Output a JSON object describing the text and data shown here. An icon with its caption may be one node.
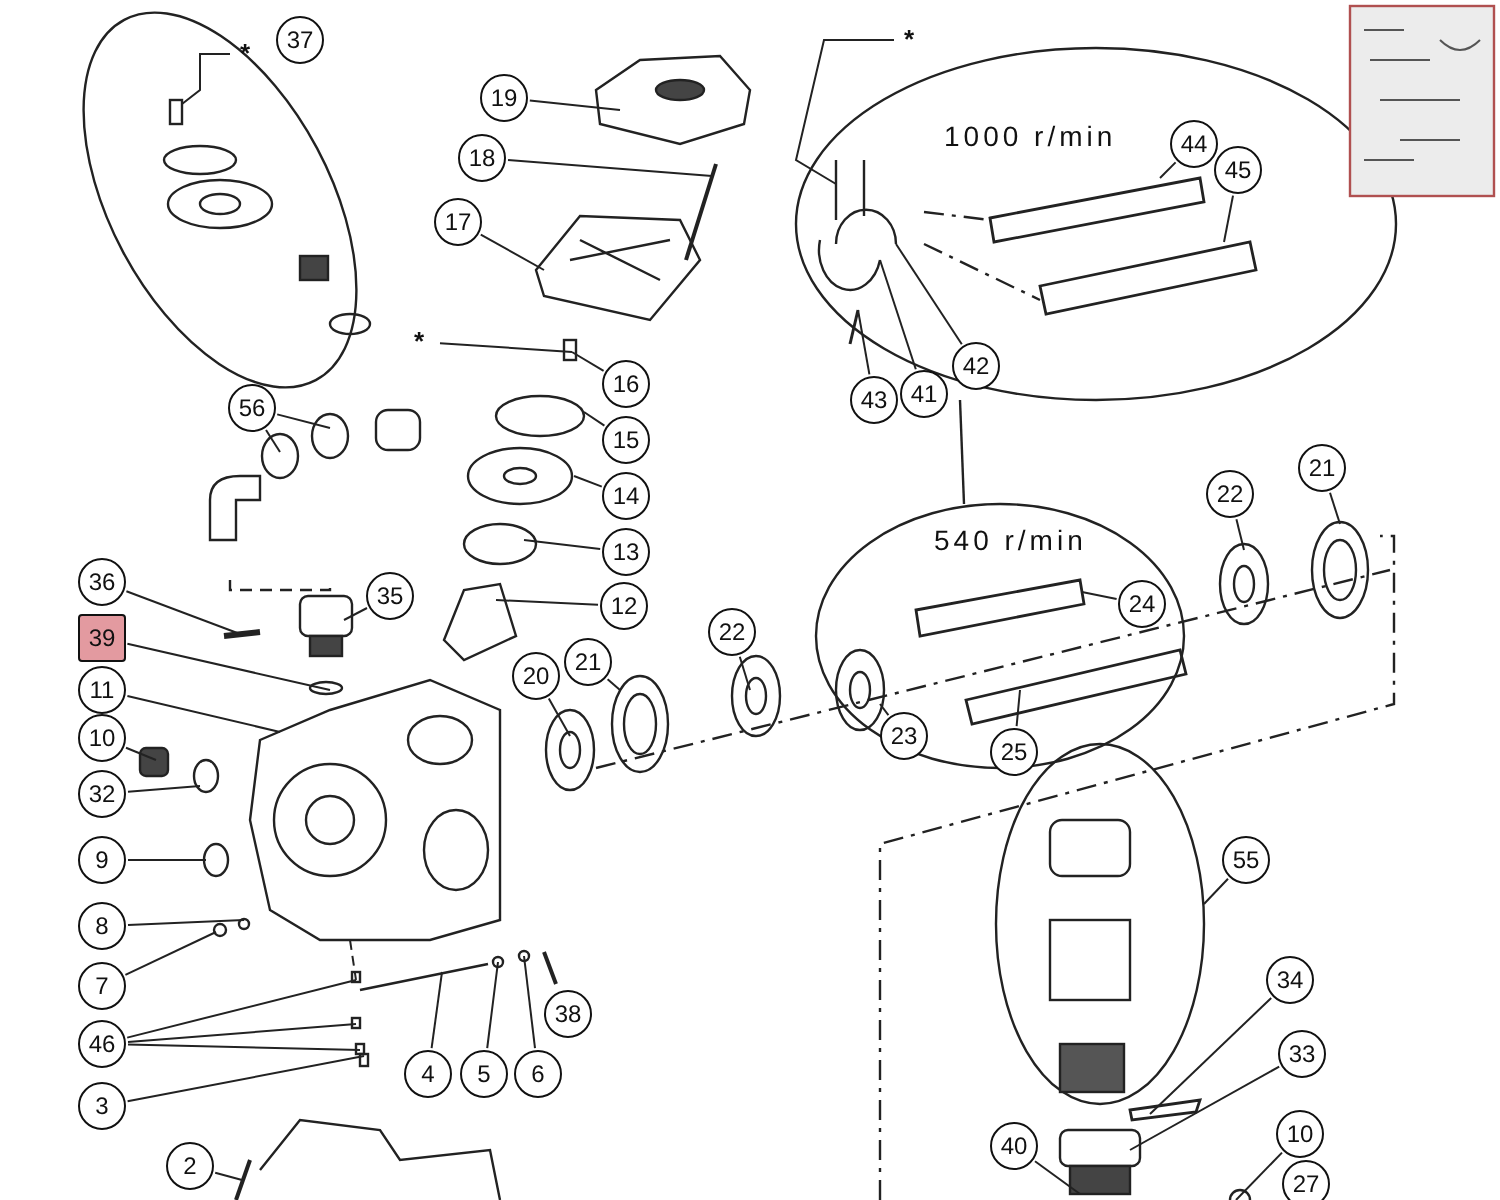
{
  "diagram": {
    "nodes": [
      {
        "text": [
          "37"
        ]
      },
      {
        "text": [
          "19"
        ]
      },
      {
        "text": [
          "18"
        ]
      },
      {
        "text": [
          "17"
        ]
      },
      {
        "text": [
          "*"
        ]
      },
      {
        "text": [
          "16"
        ]
      },
      {
        "text": [
          "15"
        ]
      },
      {
        "text": [
          "14"
        ]
      },
      {
        "text": [
          "13"
        ]
      },
      {
        "text": [
          "12"
        ]
      },
      {
        "text": [
          "56"
        ]
      },
      {
        "text": [
          "36"
        ]
      },
      {
        "text": [
          "35"
        ]
      },
      {
        "text": [
          "39"
        ]
      },
      {
        "text": [
          "11"
        ]
      },
      {
        "text": [
          "10"
        ]
      },
      {
        "text": [
          "32"
        ]
      },
      {
        "text": [
          "9"
        ]
      },
      {
        "text": [
          "8"
        ]
      },
      {
        "text": [
          "7"
        ]
      },
      {
        "text": [
          "46"
        ]
      },
      {
        "text": [
          "3"
        ]
      },
      {
        "text": [
          "4"
        ]
      },
      {
        "text": [
          "5"
        ]
      },
      {
        "text": [
          "6"
        ]
      },
      {
        "text": [
          "38"
        ]
      },
      {
        "text": [
          "2"
        ]
      },
      {
        "text": [
          "20"
        ]
      },
      {
        "text": [
          "21"
        ]
      },
      {
        "text": [
          "22"
        ]
      },
      {
        "text": [
          "*"
        ]
      },
      {
        "text": [
          "*"
        ]
      },
      {
        "text": [
          "44"
        ]
      },
      {
        "text": [
          "45"
        ]
      },
      {
        "text": [
          "43"
        ]
      },
      {
        "text": [
          "41"
        ]
      },
      {
        "text": [
          "42"
        ]
      },
      {
        "text": [
          "24"
        ]
      },
      {
        "text": [
          "23"
        ]
      },
      {
        "text": [
          "25"
        ]
      },
      {
        "text": [
          "22"
        ]
      },
      {
        "text": [
          "21"
        ]
      },
      {
        "text": [
          "55"
        ]
      },
      {
        "text": [
          "34"
        ]
      },
      {
        "text": [
          "33"
        ]
      },
      {
        "text": [
          "40"
        ]
      },
      {
        "text": [
          "10"
        ]
      },
      {
        "text": [
          "27"
        ]
      },
      {
        "text": [],
        "shape": "picture"
      },
      {
        "text": [],
        "shape": "bar"
      },
      {
        "text": [],
        "shape": "picture"
      },
      {
        "text": [],
        "shape": "box"
      },
      {
        "text": [],
        "shape": "circle"
      },
      {
        "text": [],
        "shape": "picture"
      },
      {
        "text": [],
        "shape": "circle"
      },
      {
        "text": [],
        "shape": "picture"
      },
      {
        "text": [],
        "shape": "circle"
      },
      {
        "text": [],
        "shape": "circle"
      },
      {
        "text": [],
        "shape": "bar"
      },
      {
        "text": [],
        "shape": "box"
      },
      {
        "text": [],
        "shape": "circle"
      },
      {
        "text": [],
        "shape": "picture"
      },
      {
        "text": [],
        "shape": "box"
      },
      {
        "text": [],
        "shape": "circle"
      },
      {
        "text": [],
        "shape": "circle"
      },
      {
        "text": [],
        "shape": "circle"
      },
      {
        "text": [],
        "shape": "circle"
      },
      {
        "text": [],
        "shape": "box"
      },
      {
        "text": [],
        "shape": "box"
      },
      {
        "text": [],
        "shape": "box"
      },
      {
        "text": [],
        "shape": "box"
      },
      {
        "text": [],
        "shape": "bar"
      },
      {
        "text": [],
        "shape": "circle"
      },
      {
        "text": [],
        "shape": "circle"
      },
      {
        "text": [],
        "shape": "bar"
      },
      {
        "text": [],
        "shape": "picture"
      },
      {
        "text": [],
        "shape": "picture"
      },
      {
        "text": [],
        "shape": "picture"
      },
      {
        "text": [],
        "shape": "box"
      },
      {
        "text": [],
        "shape": "picture"
      },
      {
        "text": [],
        "shape": "bar"
      },
      {
        "text": [],
        "shape": "bar"
      },
      {
        "text": [],
        "shape": "bar"
      },
      {
        "text": [],
        "shape": "picture"
      },
      {
        "text": [],
        "shape": "picture"
      },
      {
        "text": [],
        "shape": "bar"
      },
      {
        "text": [],
        "shape": "picture"
      },
      {
        "text": [],
        "shape": "bar"
      },
      {
        "text": [],
        "shape": "picture"
      },
      {
        "text": [],
        "shape": "picture"
      },
      {
        "text": [],
        "shape": "picture"
      },
      {
        "text": [],
        "shape": "bar"
      },
      {
        "text": [],
        "shape": "box"
      },
      {
        "text": [],
        "shape": "box"
      },
      {
        "text": [],
        "shape": "circle"
      }
    ],
    "edges": [
      {
        "from": 1,
        "to": 48,
        "arrow": "none"
      },
      {
        "from": 2,
        "to": 49,
        "arrow": "none"
      },
      {
        "from": 3,
        "to": 50,
        "arrow": "none"
      },
      {
        "from": 4,
        "to": 51,
        "arrow": "none"
      },
      {
        "from": 5,
        "to": 51,
        "arrow": "none"
      },
      {
        "from": 6,
        "to": 52,
        "arrow": "none"
      },
      {
        "from": 7,
        "to": 53,
        "arrow": "none"
      },
      {
        "from": 8,
        "to": 54,
        "arrow": "none"
      },
      {
        "from": 9,
        "to": 55,
        "arrow": "none"
      },
      {
        "from": 10,
        "to": 56,
        "arrow": "none"
      },
      {
        "from": 10,
        "to": 57,
        "arrow": "none"
      },
      {
        "from": 11,
        "to": 58,
        "arrow": "none"
      },
      {
        "from": 12,
        "to": 59,
        "arrow": "none"
      },
      {
        "from": 13,
        "to": 60,
        "arrow": "none"
      },
      {
        "from": 14,
        "to": 61,
        "arrow": "none"
      },
      {
        "from": 15,
        "to": 62,
        "arrow": "none"
      },
      {
        "from": 16,
        "to": 63,
        "arrow": "none"
      },
      {
        "from": 17,
        "to": 64,
        "arrow": "none"
      },
      {
        "from": 18,
        "to": 65,
        "arrow": "none"
      },
      {
        "from": 19,
        "to": 66,
        "arrow": "none"
      },
      {
        "from": 20,
        "to": 67,
        "arrow": "none"
      },
      {
        "from": 20,
        "to": 68,
        "arrow": "none"
      },
      {
        "from": 20,
        "to": 69,
        "arrow": "none"
      },
      {
        "from": 21,
        "to": 70,
        "arrow": "none"
      },
      {
        "from": 22,
        "to": 71,
        "arrow": "none"
      },
      {
        "from": 23,
        "to": 72,
        "arrow": "none"
      },
      {
        "from": 24,
        "to": 73,
        "arrow": "none"
      },
      {
        "from": 26,
        "to": 74,
        "arrow": "none"
      },
      {
        "from": 27,
        "to": 75,
        "arrow": "none"
      },
      {
        "from": 28,
        "to": 76,
        "arrow": "none"
      },
      {
        "from": 29,
        "to": 77,
        "arrow": "none"
      },
      {
        "from": 30,
        "to": 78,
        "arrow": "none"
      },
      {
        "from": 31,
        "to": 79,
        "arrow": "none"
      },
      {
        "from": 32,
        "to": 80,
        "arrow": "none"
      },
      {
        "from": 33,
        "to": 81,
        "arrow": "none"
      },
      {
        "from": 34,
        "to": 82,
        "arrow": "none"
      },
      {
        "from": 35,
        "to": 83,
        "arrow": "none"
      },
      {
        "from": 36,
        "to": 84,
        "arrow": "none"
      },
      {
        "from": 37,
        "to": 85,
        "arrow": "none"
      },
      {
        "from": 38,
        "to": 86,
        "arrow": "none"
      },
      {
        "from": 39,
        "to": 87,
        "arrow": "none"
      },
      {
        "from": 40,
        "to": 88,
        "arrow": "none"
      },
      {
        "from": 41,
        "to": 89,
        "arrow": "none"
      },
      {
        "from": 42,
        "to": 90,
        "arrow": "none"
      },
      {
        "from": 43,
        "to": 91,
        "arrow": "none"
      },
      {
        "from": 44,
        "to": 92,
        "arrow": "none"
      },
      {
        "from": 45,
        "to": 93,
        "arrow": "none"
      },
      {
        "from": 46,
        "to": 94,
        "arrow": "none"
      },
      {
        "from": 61,
        "to": 67,
        "arrow": "none",
        "style": "dashed"
      }
    ],
    "labels": [
      "1000 r/min",
      "540 r/min"
    ]
  }
}
